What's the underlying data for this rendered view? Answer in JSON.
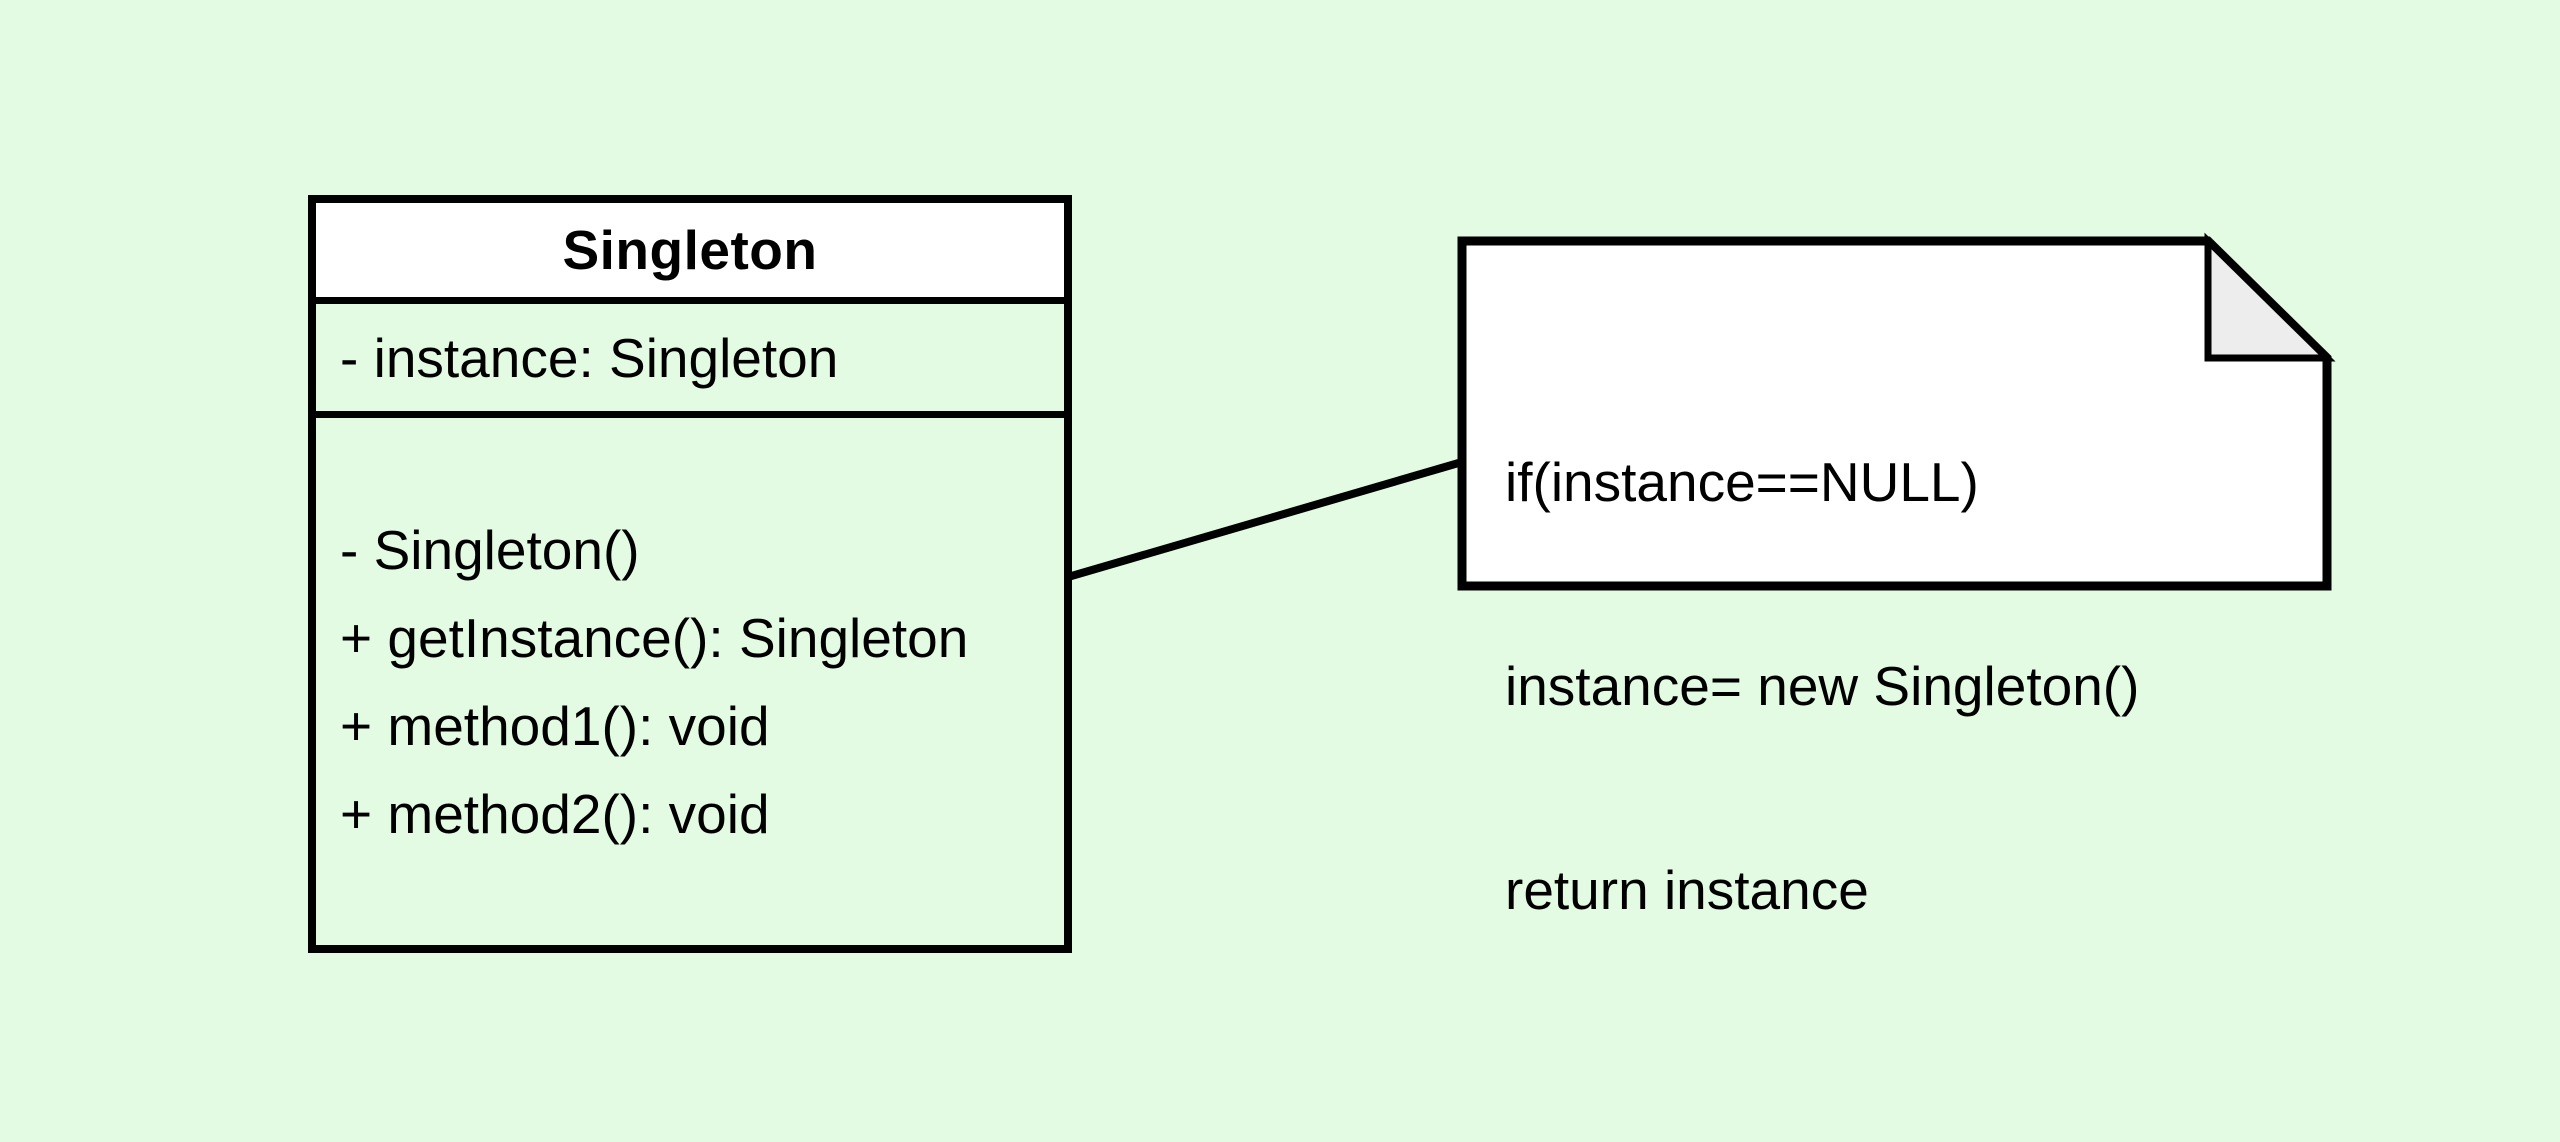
{
  "canvas": {
    "background_color": "#e2fbe2"
  },
  "class_box": {
    "title": "Singleton",
    "attributes": [
      "- instance: Singleton"
    ],
    "methods": [
      "- Singleton()",
      "+ getInstance(): Singleton",
      "+ method1(): void",
      "+ method2(): void"
    ],
    "title_fill": "#ffffff",
    "body_fill": "#e2fbe2",
    "border_color": "#000000"
  },
  "note": {
    "lines": [
      "if(instance==NULL)",
      "instance= new Singleton()",
      "return instance"
    ],
    "fill": "#ffffff",
    "fold_fill": "#ededed",
    "border_color": "#000000"
  },
  "connector": {
    "color": "#000000",
    "style": "solid"
  }
}
